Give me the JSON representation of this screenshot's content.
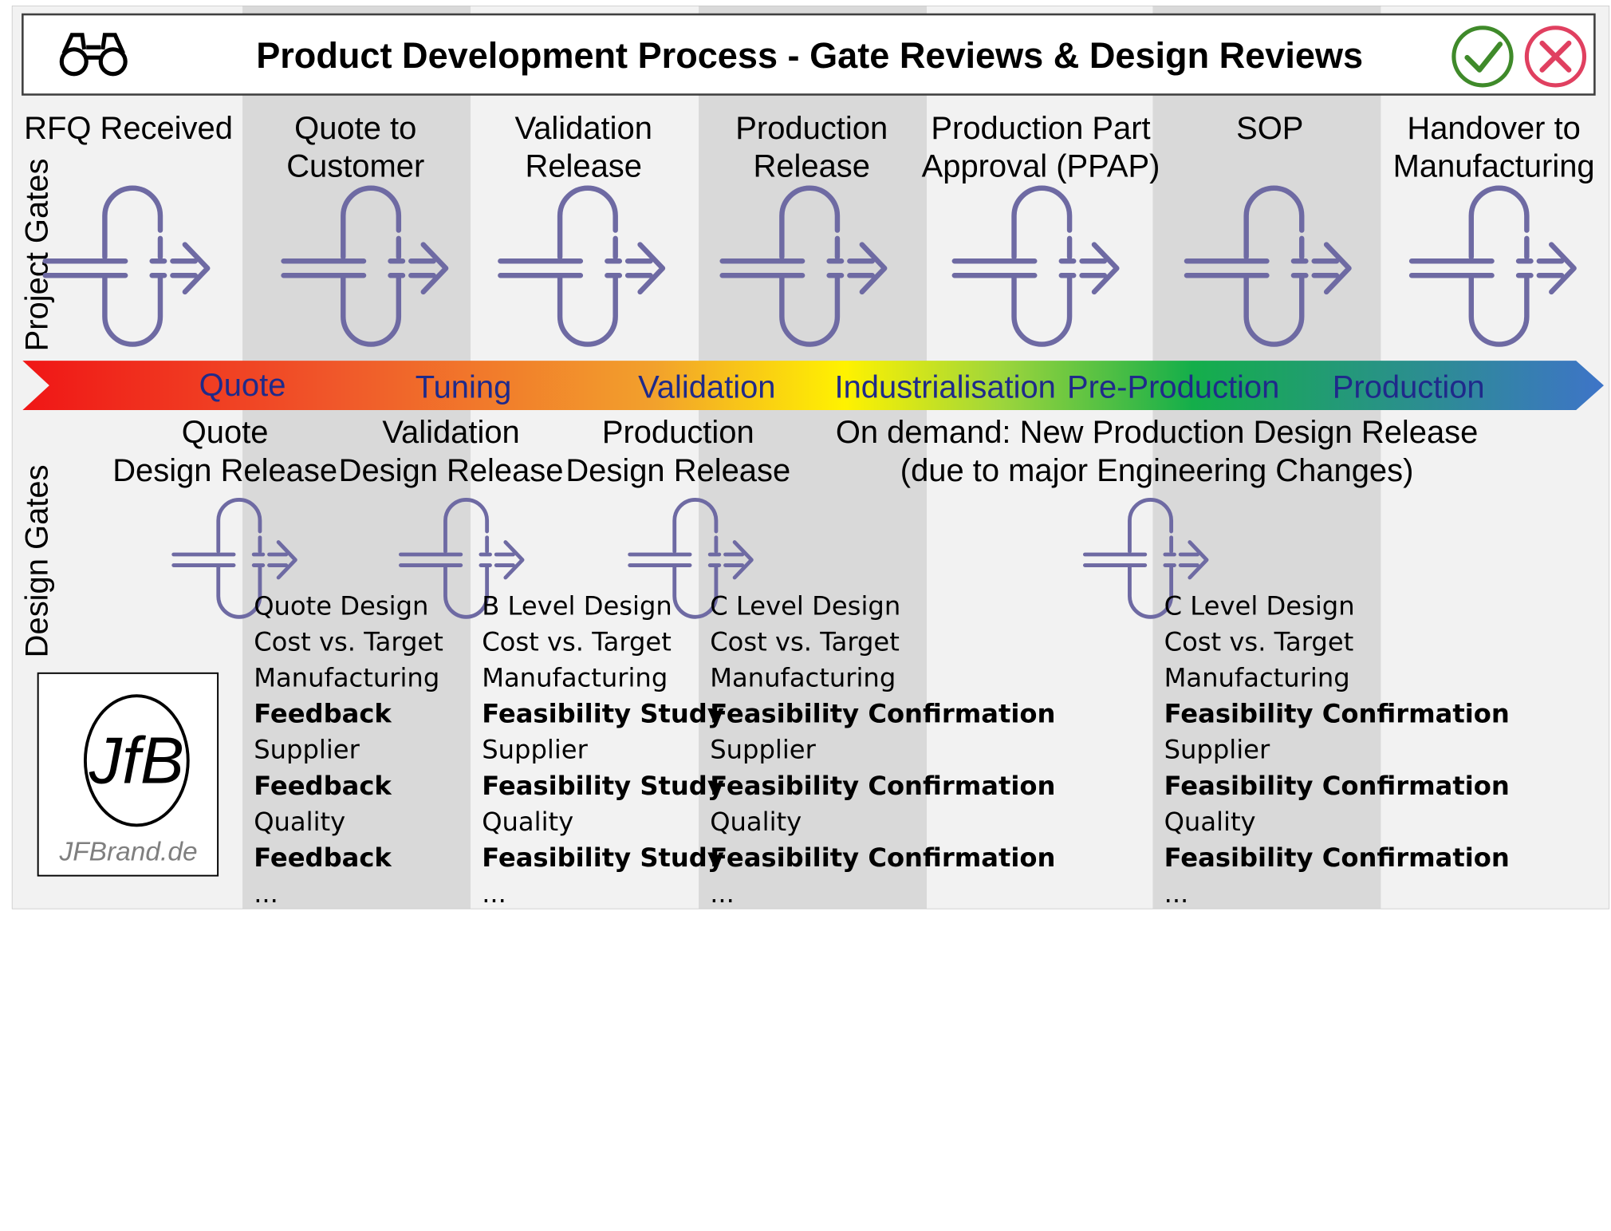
{
  "title": "Product Development Process - Gate Reviews & Design Reviews",
  "icons": {
    "header_left": "binoculars-icon",
    "approve": "check-circle-icon",
    "reject": "x-circle-icon",
    "gate": "gate-arrow-icon"
  },
  "colors": {
    "gate_icon": "#6E6AA3",
    "phase_text": "#1F2A8A",
    "check": "#3F8A2A",
    "cross": "#E04060",
    "band_light": "#F2F2F2",
    "band_dark": "#D9D9D9"
  },
  "row_labels": {
    "project": "Project Gates",
    "design": "Design Gates"
  },
  "project_gates": [
    {
      "line1": "RFQ Received",
      "line2": ""
    },
    {
      "line1": "Quote to",
      "line2": "Customer"
    },
    {
      "line1": "Validation",
      "line2": "Release"
    },
    {
      "line1": "Production",
      "line2": "Release"
    },
    {
      "line1": "Production Part",
      "line2": "Approval (PPAP)"
    },
    {
      "line1": "SOP",
      "line2": ""
    },
    {
      "line1": "Handover to",
      "line2": "Manufacturing"
    }
  ],
  "phases": [
    "Quote",
    "Tuning",
    "Validation",
    "Industrialisation",
    "Pre-Production",
    "Production"
  ],
  "design_gates": [
    {
      "line1": "Quote",
      "line2": "Design Release"
    },
    {
      "line1": "Validation",
      "line2": "Design Release"
    },
    {
      "line1": "Production",
      "line2": "Design Release"
    },
    {
      "line1": "On demand: New Production Design Release",
      "line2": "(due to major Engineering Changes)"
    }
  ],
  "checklists": [
    {
      "items": [
        {
          "text": "Quote Design",
          "bold": false
        },
        {
          "text": "Cost vs. Target",
          "bold": false
        },
        {
          "text": "Manufacturing",
          "bold": false
        },
        {
          "text": "Feedback",
          "bold": true
        },
        {
          "text": "Supplier",
          "bold": false
        },
        {
          "text": "Feedback",
          "bold": true
        },
        {
          "text": "Quality",
          "bold": false
        },
        {
          "text": "Feedback",
          "bold": true
        },
        {
          "text": "...",
          "bold": false
        }
      ]
    },
    {
      "items": [
        {
          "text": "B Level Design",
          "bold": false
        },
        {
          "text": "Cost vs. Target",
          "bold": false
        },
        {
          "text": "Manufacturing",
          "bold": false
        },
        {
          "text": "Feasibility Study",
          "bold": true
        },
        {
          "text": "Supplier",
          "bold": false
        },
        {
          "text": "Feasibility Study",
          "bold": true
        },
        {
          "text": "Quality",
          "bold": false
        },
        {
          "text": "Feasibility Study",
          "bold": true
        },
        {
          "text": "...",
          "bold": false
        }
      ]
    },
    {
      "items": [
        {
          "text": "C Level Design",
          "bold": false
        },
        {
          "text": "Cost vs. Target",
          "bold": false
        },
        {
          "text": "Manufacturing",
          "bold": false
        },
        {
          "text": "Feasibility Confirmation",
          "bold": true
        },
        {
          "text": "Supplier",
          "bold": false
        },
        {
          "text": "Feasibility Confirmation",
          "bold": true
        },
        {
          "text": "Quality",
          "bold": false
        },
        {
          "text": "Feasibility Confirmation",
          "bold": true
        },
        {
          "text": "...",
          "bold": false
        }
      ]
    },
    {
      "items": [
        {
          "text": "C Level Design",
          "bold": false
        },
        {
          "text": "Cost vs. Target",
          "bold": false
        },
        {
          "text": "Manufacturing",
          "bold": false
        },
        {
          "text": "Feasibility Confirmation",
          "bold": true
        },
        {
          "text": "Supplier",
          "bold": false
        },
        {
          "text": "Feasibility Confirmation",
          "bold": true
        },
        {
          "text": "Quality",
          "bold": false
        },
        {
          "text": "Feasibility Confirmation",
          "bold": true
        },
        {
          "text": "...",
          "bold": false
        }
      ]
    }
  ],
  "logo": {
    "monogram": "JfB",
    "site": "JFBrand.de"
  }
}
